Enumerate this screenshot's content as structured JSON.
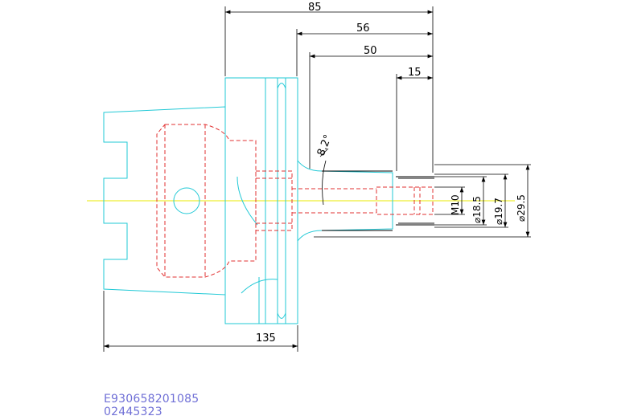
{
  "dimensions": {
    "d85": "85",
    "d56": "56",
    "d50": "50",
    "d15": "15",
    "d135": "135",
    "angle": "8.2°",
    "m10": "M10",
    "dia185": "⌀18.5",
    "dia197": "⌀19.7",
    "dia295": "⌀29.5"
  },
  "codes": {
    "line1": "E930658201085",
    "line2": "02445323"
  },
  "colors": {
    "outline": "#22c9d6",
    "hidden": "#e23030",
    "centerline": "#e8e800",
    "dimension": "#000000",
    "code_text": "#6f6fd6"
  }
}
